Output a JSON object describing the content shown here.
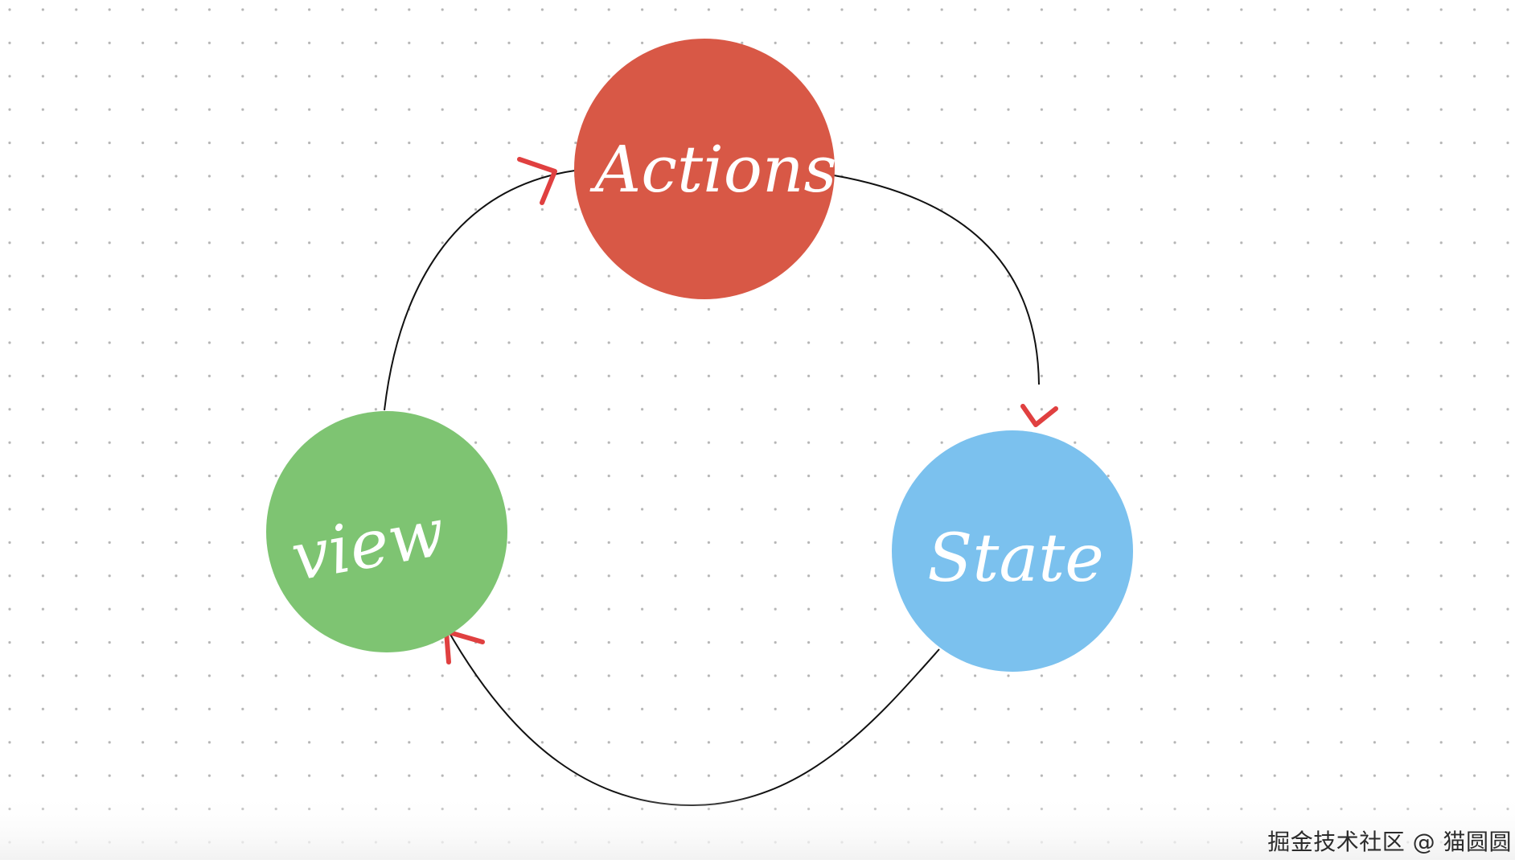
{
  "diagram": {
    "nodes": [
      {
        "id": "actions",
        "label": "Actions",
        "color": "#d85846"
      },
      {
        "id": "state",
        "label": "State",
        "color": "#7bc1ee"
      },
      {
        "id": "view",
        "label": "view",
        "color": "#7ec472"
      }
    ],
    "edges": [
      {
        "from": "actions",
        "to": "state"
      },
      {
        "from": "state",
        "to": "view"
      },
      {
        "from": "view",
        "to": "actions"
      }
    ],
    "arrow_color": "#e04040",
    "line_color": "#111111"
  },
  "watermark": "掘金技术社区 @ 猫圆圆"
}
